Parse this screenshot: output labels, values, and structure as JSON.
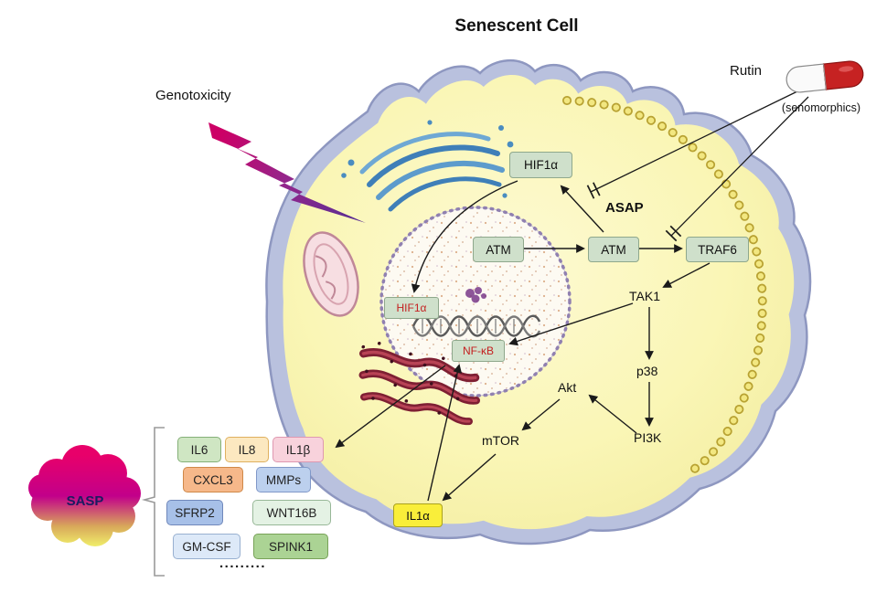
{
  "title": "Senescent Cell",
  "external": {
    "genotoxicity": "Genotoxicity",
    "rutin": "Rutin",
    "senomorphics": "(senomorphics)"
  },
  "pathway": {
    "asap": "ASAP",
    "hif1a_cytoplasm": "HIF1α",
    "atm_nucleus": "ATM",
    "atm_cytoplasm": "ATM",
    "traf6": "TRAF6",
    "hif1a_nucleus": "HIF1α",
    "nfkb": "NF-κB",
    "tak1": "TAK1",
    "p38": "p38",
    "pi3k": "PI3K",
    "akt": "Akt",
    "mtor": "mTOR",
    "il1a": "IL1α"
  },
  "boxes": {
    "green": {
      "bg": "#cfe0cb",
      "border": "#8fa88c",
      "text": "#111111"
    },
    "green_red": {
      "bg": "#cfe0cb",
      "border": "#8fa88c",
      "text": "#c42020"
    },
    "yellow": {
      "bg": "#f9ee3a",
      "border": "#aaa21e",
      "text": "#111111"
    }
  },
  "sasp": {
    "label": "SASP",
    "more": ".........",
    "factors": [
      {
        "label": "IL6",
        "colors": {
          "bg": "#cfe6c3",
          "border": "#85b078"
        }
      },
      {
        "label": "IL8",
        "colors": {
          "bg": "#fce8c0",
          "border": "#dfb05f"
        }
      },
      {
        "label": "IL1β",
        "colors": {
          "bg": "#f8d2dc",
          "border": "#df98b0"
        }
      },
      {
        "label": "CXCL3",
        "colors": {
          "bg": "#f6b88a",
          "border": "#cf8848"
        }
      },
      {
        "label": "MMPs",
        "colors": {
          "bg": "#bcd0ee",
          "border": "#8098c8"
        }
      },
      {
        "label": "SFRP2",
        "colors": {
          "bg": "#a7c0e8",
          "border": "#7088bb"
        }
      },
      {
        "label": "WNT16B",
        "colors": {
          "bg": "#e4f2e4",
          "border": "#98b898"
        }
      },
      {
        "label": "GM-CSF",
        "colors": {
          "bg": "#dde9f8",
          "border": "#98b0d0"
        }
      },
      {
        "label": "SPINK1",
        "colors": {
          "bg": "#abd394",
          "border": "#78a258"
        }
      }
    ]
  },
  "colors": {
    "membrane": "#b9c1de",
    "membrane_edge": "#8e97c0",
    "cytoplasm": "#f8f3b0",
    "membrane_beads": "#f2e780",
    "nucleus_envelope": "#9080b0",
    "golgi_blue": "#4a8cc0",
    "mitochondrion_pink": "#f7dee2",
    "er_red": "#8e2438",
    "bolt_gradient_start": "#cc0066",
    "bolt_gradient_end": "#5a2d92",
    "pill_red": "#cc2020",
    "sasp_gradient_top": "#e8006a",
    "sasp_gradient_bottom": "#f0ee6a",
    "arrow": "#1a1a1a"
  }
}
